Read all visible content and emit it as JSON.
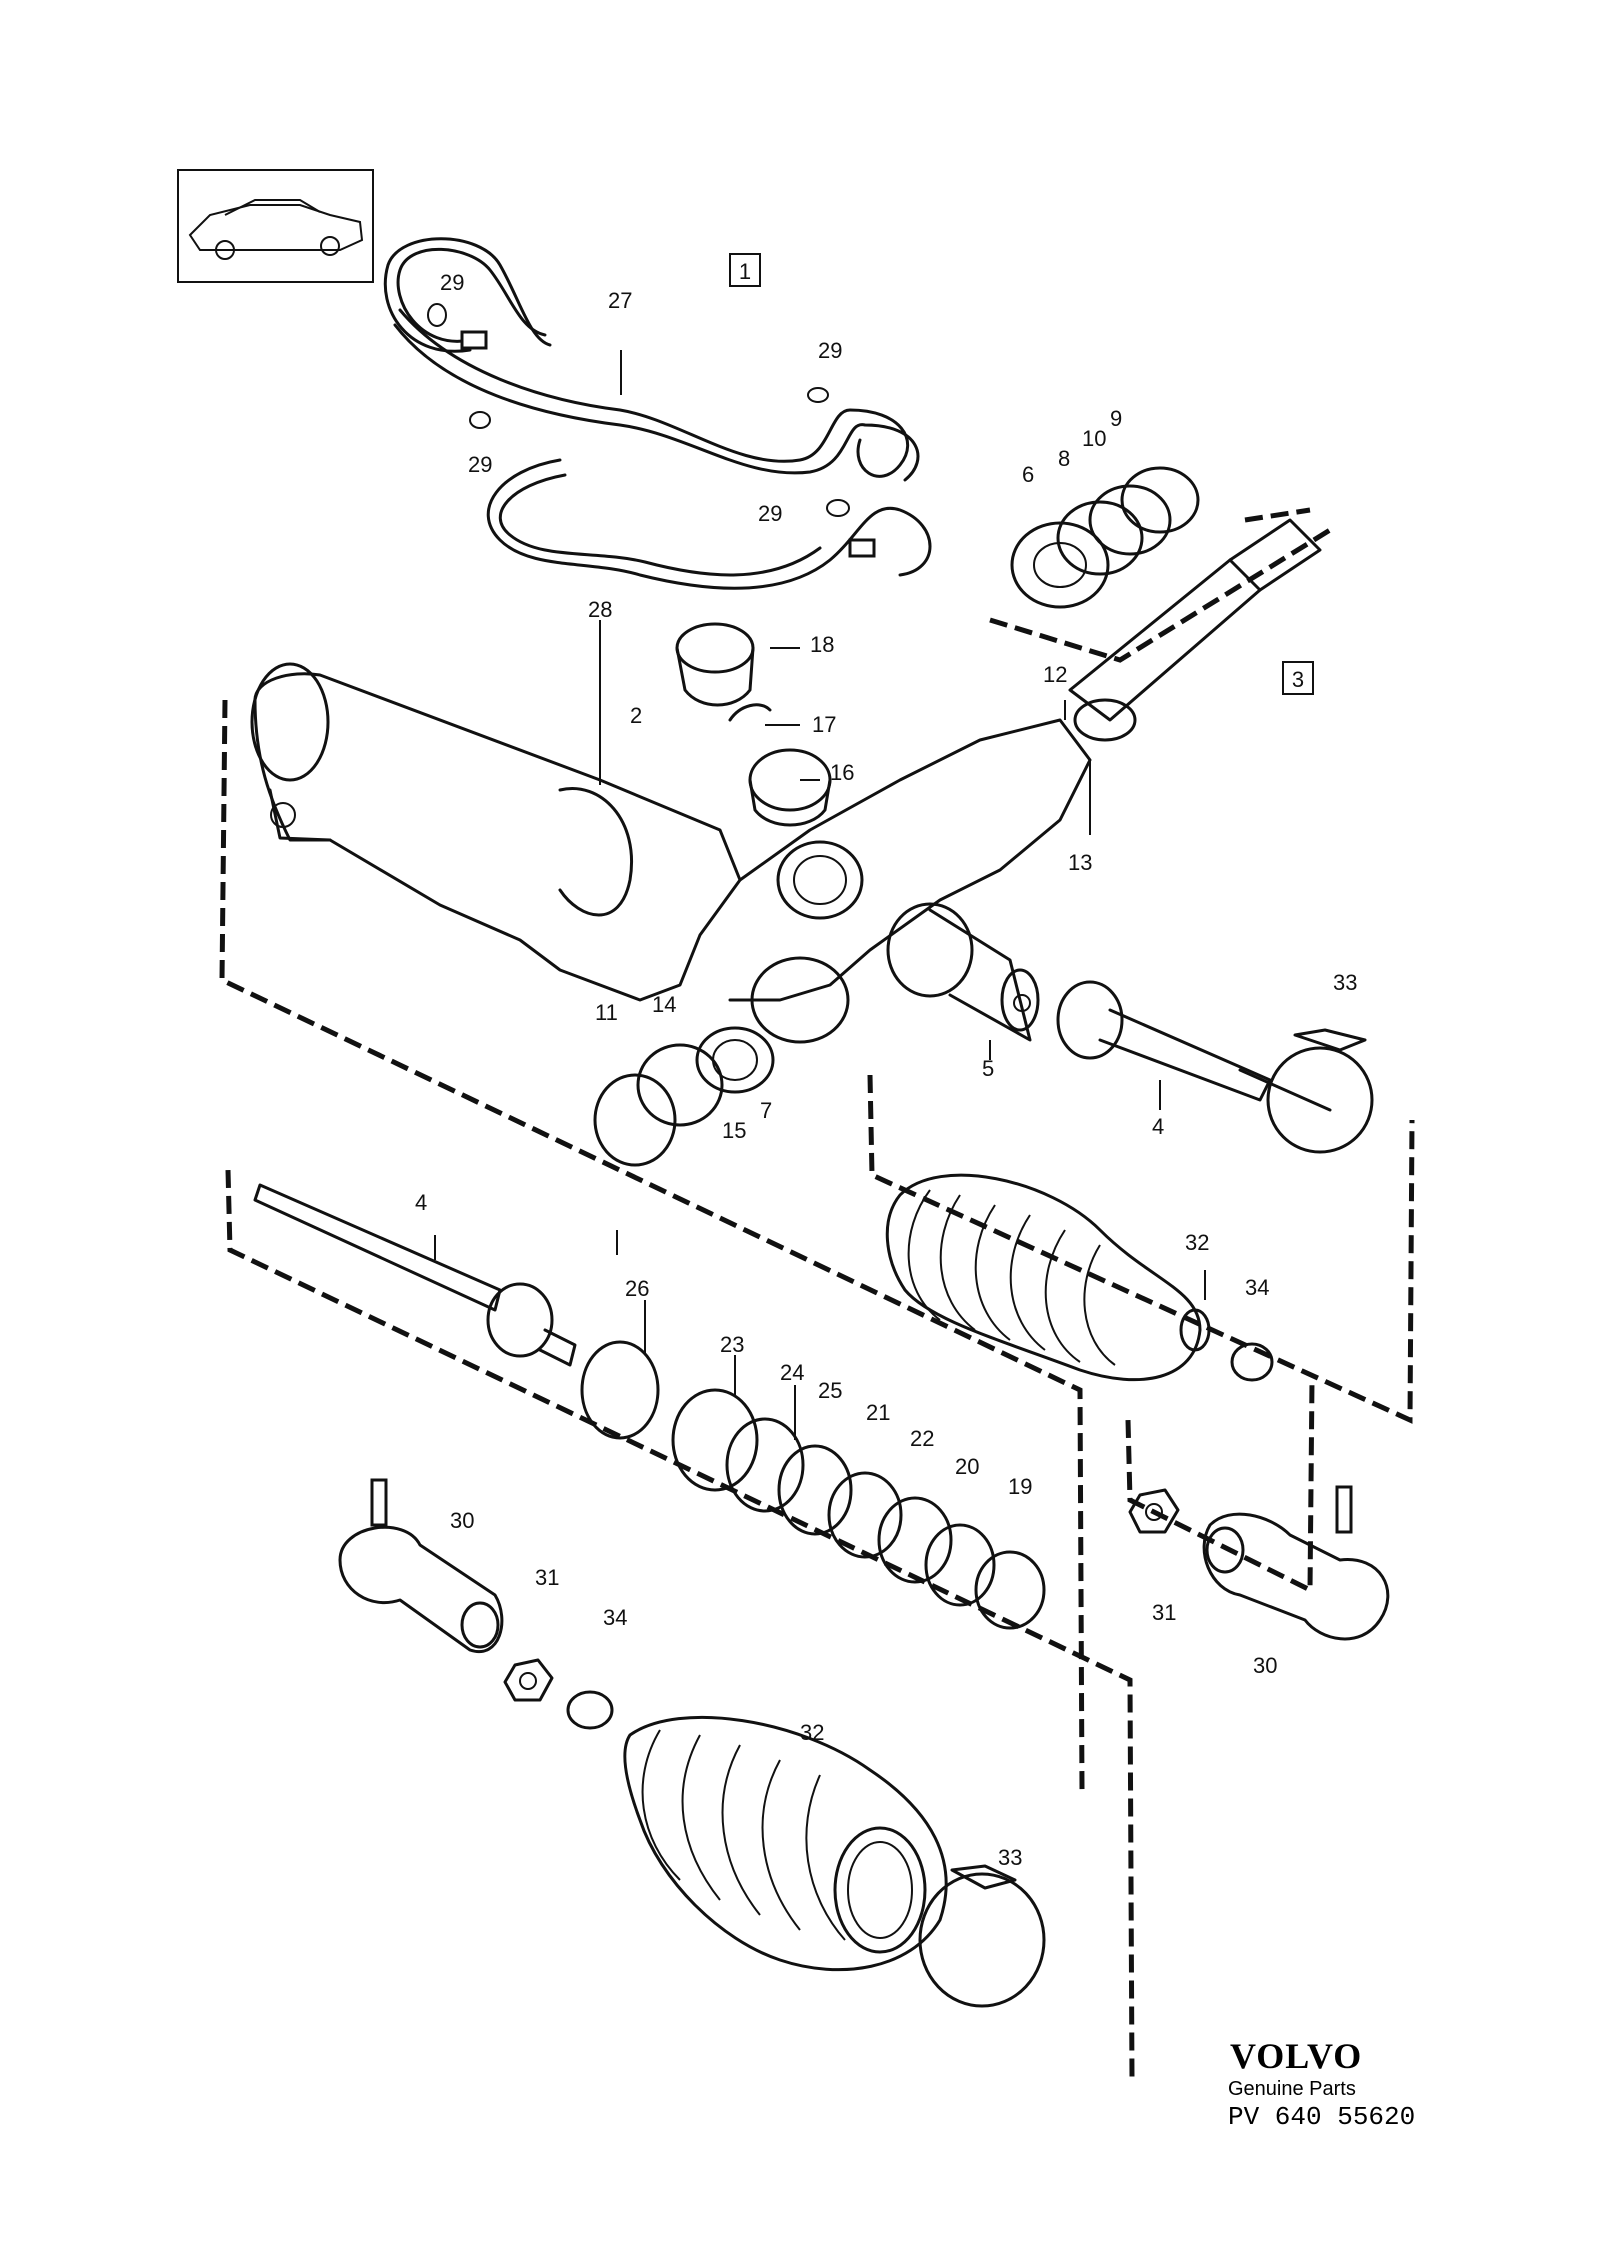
{
  "callouts": {
    "group_1": "1",
    "group_3": "3"
  },
  "part_labels": {
    "p2": "2",
    "p4_upper": "4",
    "p4_lower": "4",
    "p5": "5",
    "p6": "6",
    "p7": "7",
    "p8": "8",
    "p9": "9",
    "p10": "10",
    "p11": "11",
    "p12": "12",
    "p13": "13",
    "p14": "14",
    "p15": "15",
    "p16": "16",
    "p17": "17",
    "p18": "18",
    "p19": "19",
    "p20": "20",
    "p21": "21",
    "p22": "22",
    "p23": "23",
    "p24": "24",
    "p25": "25",
    "p26": "26",
    "p27": "27",
    "p28": "28",
    "p29_a": "29",
    "p29_b": "29",
    "p29_c": "29",
    "p29_d": "29",
    "p30_left": "30",
    "p30_right": "30",
    "p31_left": "31",
    "p31_right": "31",
    "p32_upper": "32",
    "p32_lower": "32",
    "p33_upper": "33",
    "p33_lower": "33",
    "p34_upper": "34",
    "p34_lower": "34"
  },
  "branding": {
    "logo_text": "VOLVO",
    "tagline": "Genuine Parts",
    "part_number": "PV 640 55620"
  },
  "icons": {
    "car_thumbnail": "sedan-car-icon"
  }
}
